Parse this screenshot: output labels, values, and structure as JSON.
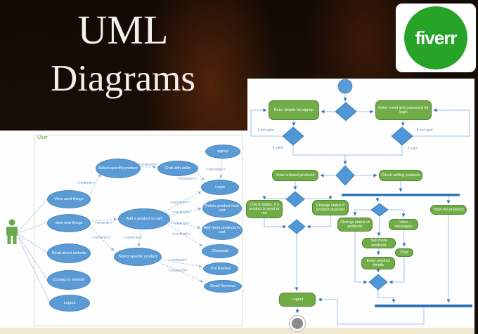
{
  "title": {
    "line1": "UML",
    "line2": "Diagrams"
  },
  "logo": {
    "text": "fiverr",
    "circle_color": "#27a327"
  },
  "colors": {
    "usecase_node_fill": "#5b9bd5",
    "action_fill": "#70ad47",
    "bar_fill": "#2e75b6",
    "connector": "#9dc3e6",
    "boundary_label": "#4ea72e"
  },
  "usecase": {
    "boundary_label": "User",
    "nodes": [
      {
        "label": "Select specific product"
      },
      {
        "label": "Chat with seller"
      },
      {
        "label": "signup"
      },
      {
        "label": "Login"
      },
      {
        "label": "View used things"
      },
      {
        "label": "view new things"
      },
      {
        "label": "Add a product to cart"
      },
      {
        "label": "Delete product from cart"
      },
      {
        "label": "Add more products to cart"
      },
      {
        "label": "Select specific product"
      },
      {
        "label": "Checkout"
      },
      {
        "label": "Put Review"
      },
      {
        "label": "Read Reviews"
      },
      {
        "label": "Read about website"
      },
      {
        "label": "Contact to website"
      },
      {
        "label": "Logout"
      }
    ],
    "edge_labels": [
      {
        "text": "<<extend>>"
      },
      {
        "text": "<<extend>>"
      },
      {
        "text": "<<include>>"
      },
      {
        "text": "<<include>>"
      },
      {
        "text": "<<include>>"
      },
      {
        "text": "<<extend>>"
      },
      {
        "text": "<<extend>>"
      },
      {
        "text": "<<extend>>"
      },
      {
        "text": "<<extend>>"
      },
      {
        "text": "<<extend>>"
      },
      {
        "text": "<<extend>>"
      },
      {
        "text": "<<extend>>"
      },
      {
        "text": "<<extend>>"
      }
    ]
  },
  "activity": {
    "actions": [
      {
        "label": "Enter details for signup"
      },
      {
        "label": "Enter email and password for login"
      },
      {
        "label": "View ordered products"
      },
      {
        "label": "Check selling products"
      },
      {
        "label": "Check status, if a product is send or not"
      },
      {
        "label": "Change status if product received"
      },
      {
        "label": "Change status of products"
      },
      {
        "label": "View messages"
      },
      {
        "label": "View my products"
      },
      {
        "label": "Sell more products"
      },
      {
        "label": "Chat"
      },
      {
        "label": "Enter product details"
      },
      {
        "label": "Logout"
      }
    ],
    "guards": [
      {
        "text": "If not valid"
      },
      {
        "text": "If valid"
      },
      {
        "text": "If not valid"
      },
      {
        "text": "If valid"
      }
    ]
  }
}
